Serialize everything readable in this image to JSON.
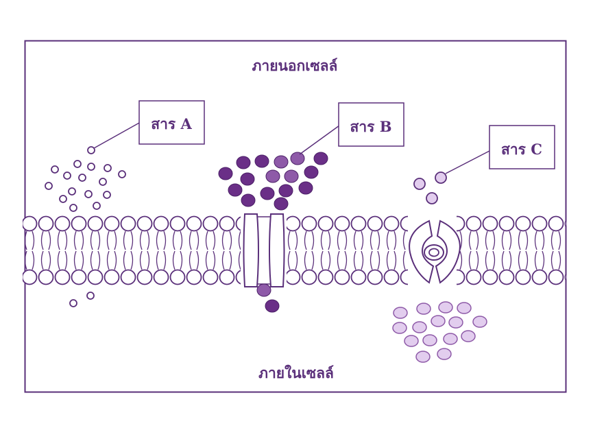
{
  "labels": {
    "outside": "ภายนอกเซลล์",
    "inside": "ภายในเซลล์",
    "substance_a": "สาร A",
    "substance_b": "สาร B",
    "substance_c": "สาร C"
  },
  "colors": {
    "line": "#5a2f7a",
    "substance_b_fill": "#6a2f87",
    "substance_b_light": "#8e5aa8",
    "substance_c_fill": "#e2cdee",
    "background": "#ffffff"
  }
}
